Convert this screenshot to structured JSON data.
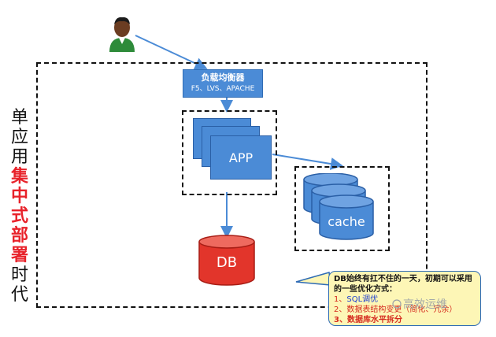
{
  "vertical_title": {
    "line1": "单",
    "line2": "应",
    "line3": "用",
    "line4": "集",
    "line5": "中",
    "line6": "式",
    "line7": "部",
    "line8": "署",
    "line9": "时",
    "line10": "代"
  },
  "load_balancer": {
    "title": "负载均衡器",
    "subtitle": "F5、LVS、APACHE"
  },
  "app": {
    "label": "APP"
  },
  "cache": {
    "label": "cache"
  },
  "db": {
    "label": "DB"
  },
  "callout": {
    "text": "DB始终有扛不住的一天，初期可以采用的一些优化方式：",
    "item1_prefix": "1、",
    "item1_highlight": "SQL调优",
    "item2_prefix": "2、",
    "item2_text": "数据表结构变更（简化、冗余）",
    "item3": "3、数据库水平拆分"
  },
  "watermark": {
    "text": "高效运维"
  },
  "colors": {
    "box_blue": "#4b8bd6",
    "db_red": "#e2352b",
    "callout_bg": "#fdf6b6",
    "accent_red": "#e8222a"
  }
}
